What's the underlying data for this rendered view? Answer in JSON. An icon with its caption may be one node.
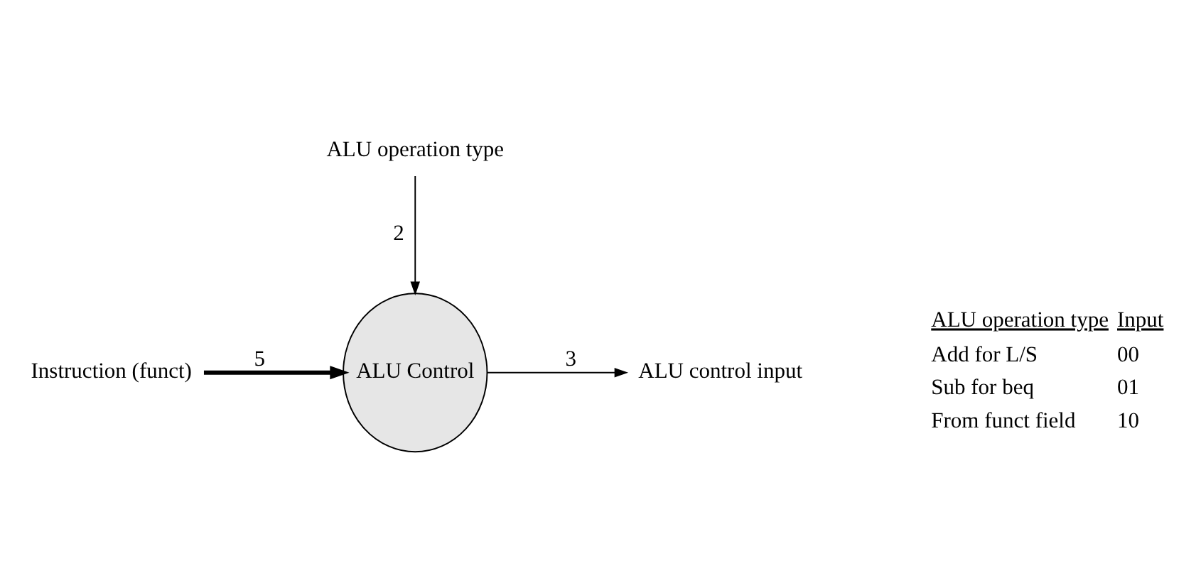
{
  "diagram": {
    "nodes": [
      {
        "text": [
          "Instruction (funct)"
        ]
      },
      {
        "text": [
          "ALU Control"
        ]
      },
      {
        "text": [
          "ALU control input"
        ]
      },
      {
        "text": [
          "ALU operation type"
        ]
      }
    ],
    "edges": [
      {
        "from": 0,
        "to": 1,
        "arrow": "to",
        "label": "5",
        "style": "thick"
      },
      {
        "from": 1,
        "to": 2,
        "arrow": "to",
        "label": "3"
      },
      {
        "from": 3,
        "to": 1,
        "arrow": "to",
        "label": "2"
      }
    ],
    "labels": [
      "ALU operation type",
      "Input",
      "Add for L/S",
      "00",
      "Sub for beq",
      "01",
      "From funct field",
      "10"
    ]
  }
}
